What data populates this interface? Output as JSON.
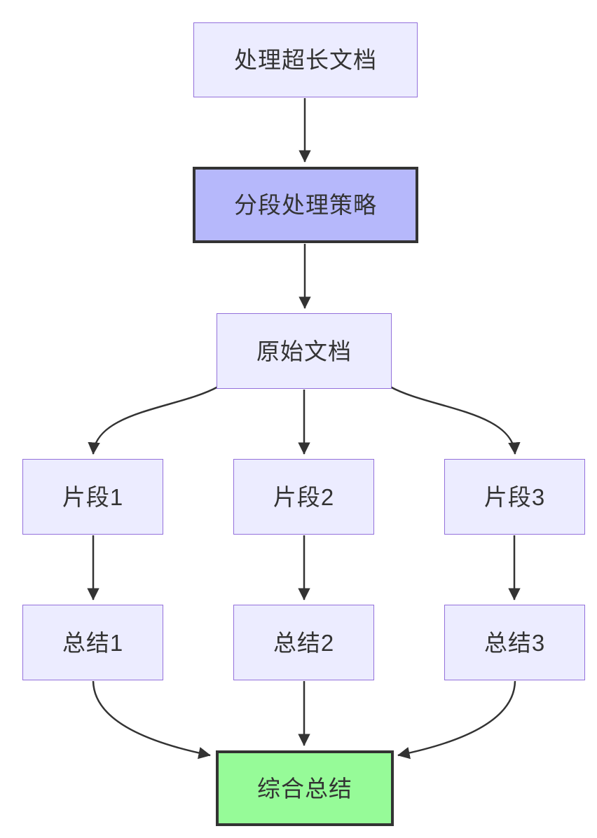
{
  "diagram": {
    "type": "flowchart",
    "direction": "top-down",
    "nodes": [
      {
        "id": "A",
        "label": "处理超长文档",
        "kind": "default"
      },
      {
        "id": "B",
        "label": "分段处理策略",
        "kind": "emphasis"
      },
      {
        "id": "C",
        "label": "原始文档",
        "kind": "default"
      },
      {
        "id": "F1",
        "label": "片段1",
        "kind": "default"
      },
      {
        "id": "F2",
        "label": "片段2",
        "kind": "default"
      },
      {
        "id": "F3",
        "label": "片段3",
        "kind": "default"
      },
      {
        "id": "S1",
        "label": "总结1",
        "kind": "default"
      },
      {
        "id": "S2",
        "label": "总结2",
        "kind": "default"
      },
      {
        "id": "S3",
        "label": "总结3",
        "kind": "default"
      },
      {
        "id": "G",
        "label": "综合总结",
        "kind": "final"
      }
    ],
    "edges": [
      {
        "from": "处理超长文档",
        "to": "分段处理策略"
      },
      {
        "from": "分段处理策略",
        "to": "原始文档"
      },
      {
        "from": "原始文档",
        "to": "片段1"
      },
      {
        "from": "原始文档",
        "to": "片段2"
      },
      {
        "from": "原始文档",
        "to": "片段3"
      },
      {
        "from": "片段1",
        "to": "总结1"
      },
      {
        "from": "片段2",
        "to": "总结2"
      },
      {
        "from": "片段3",
        "to": "总结3"
      },
      {
        "from": "总结1",
        "to": "综合总结"
      },
      {
        "from": "总结2",
        "to": "综合总结"
      },
      {
        "from": "总结3",
        "to": "综合总结"
      }
    ],
    "colors": {
      "node_fill": "#ECECFF",
      "node_border": "#9370DB",
      "emphasis_fill": "#B6B8FB",
      "final_fill": "#96FB98",
      "strong_border": "#333333",
      "edge": "#333333",
      "text": "#333333",
      "background": "#FFFFFF"
    }
  }
}
